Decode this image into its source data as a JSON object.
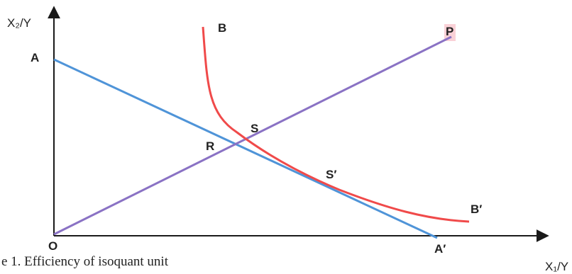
{
  "axes": {
    "y_title": "X₂/Y",
    "x_title": "X₁/Y"
  },
  "points": {
    "origin": "O",
    "a": "A",
    "a_prime": "A′",
    "b": "B",
    "b_prime": "B′",
    "p": "P",
    "r": "R",
    "s": "S",
    "s_prime": "S′"
  },
  "caption": "e 1. Efficiency of isoquant unit",
  "colors": {
    "axis": "#1a1a1a",
    "isocost_line": "#4f94d8",
    "ray_op": "#8a72c4",
    "isoquant_curve": "#f04a4a",
    "p_highlight": "#f6b3bd"
  }
}
